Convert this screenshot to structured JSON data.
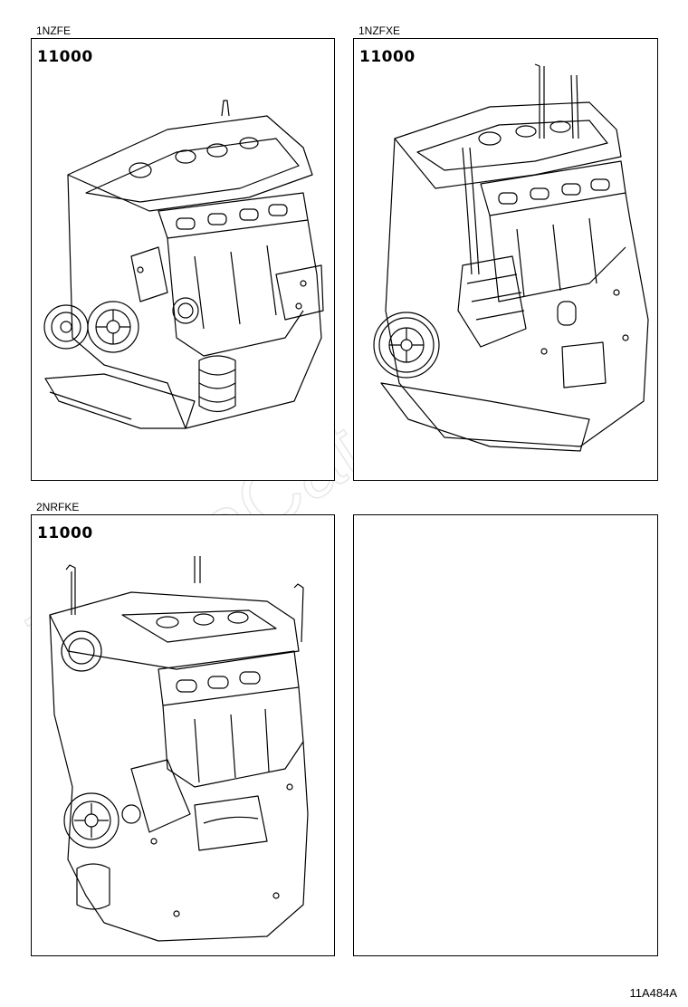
{
  "panels": [
    {
      "caption": "1NZFE",
      "part_number": "11000"
    },
    {
      "caption": "1NZFXE",
      "part_number": "11000"
    },
    {
      "caption": "2NRFKE",
      "part_number": "11000"
    },
    {
      "caption": "",
      "part_number": ""
    }
  ],
  "figure_code": "11A484A",
  "watermark_text": "ToyotaCatalog.ru"
}
